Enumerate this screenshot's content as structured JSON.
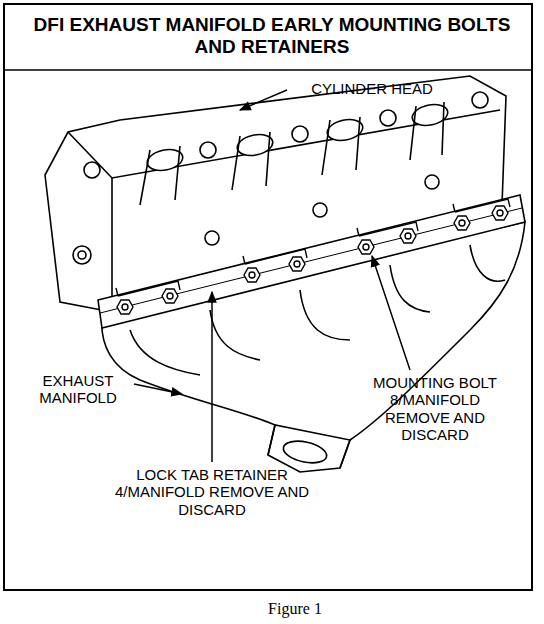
{
  "diagram": {
    "title": "DFI EXHAUST MANIFOLD EARLY MOUNTING BOLTS AND RETAINERS",
    "caption": "Figure 1",
    "labels": [
      "CYLINDER HEAD",
      "EXHAUST MANIFOLD",
      "MOUNTING BOLT 8/MANIFOLD REMOVE AND DISCARD",
      "LOCK TAB RETAINER 4/MANIFOLD REMOVE AND DISCARD"
    ]
  }
}
